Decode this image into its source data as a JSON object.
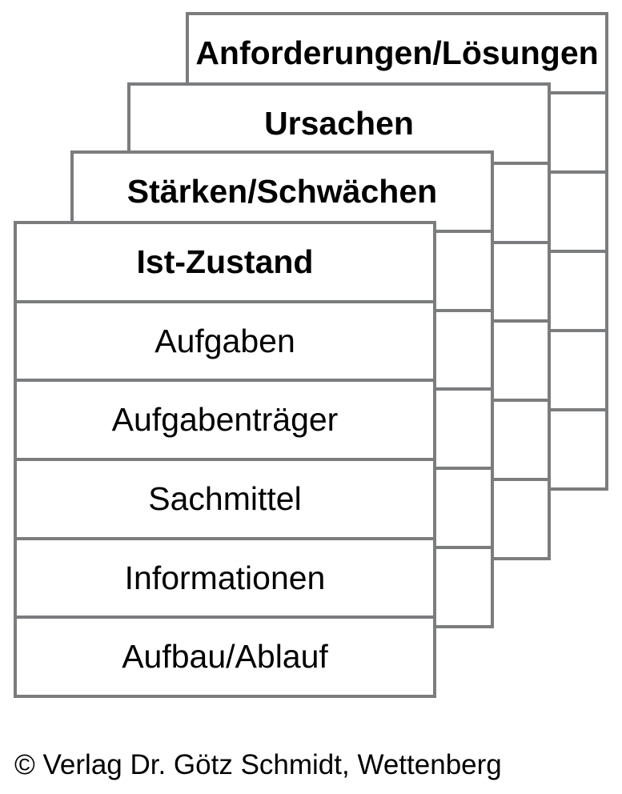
{
  "colors": {
    "background": "#ffffff",
    "border": "#7b7c7e",
    "text": "#000000"
  },
  "cards": [
    {
      "title": "Anforderungen/Lösungen",
      "rows": [
        "",
        "",
        "",
        "",
        ""
      ]
    },
    {
      "title": "Ursachen",
      "rows": [
        "",
        "",
        "",
        "",
        ""
      ]
    },
    {
      "title": "Stärken/Schwächen",
      "rows": [
        "",
        "",
        "",
        "",
        ""
      ]
    },
    {
      "title": "Ist-Zustand",
      "rows": [
        "Aufgaben",
        "Aufgabenträger",
        "Sachmittel",
        "Informationen",
        "Aufbau/Ablauf"
      ]
    }
  ],
  "footer": {
    "copyright": "© Verlag Dr. Götz Schmidt, Wettenberg"
  }
}
